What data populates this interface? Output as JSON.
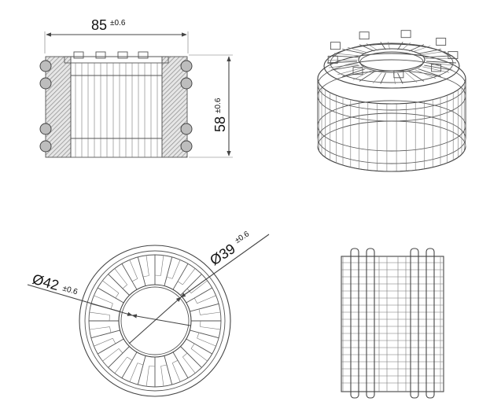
{
  "dimensions": {
    "width": {
      "value": "85",
      "tol": "±0.6"
    },
    "height": {
      "value": "58",
      "tol": "±0.6"
    },
    "outer_diameter": {
      "value": "Ø42",
      "tol": "±0.6"
    },
    "inner_diameter": {
      "value": "Ø39",
      "tol": "±0.6"
    }
  },
  "colors": {
    "line": "#555555",
    "hatch": "#888888",
    "background": "#ffffff"
  }
}
